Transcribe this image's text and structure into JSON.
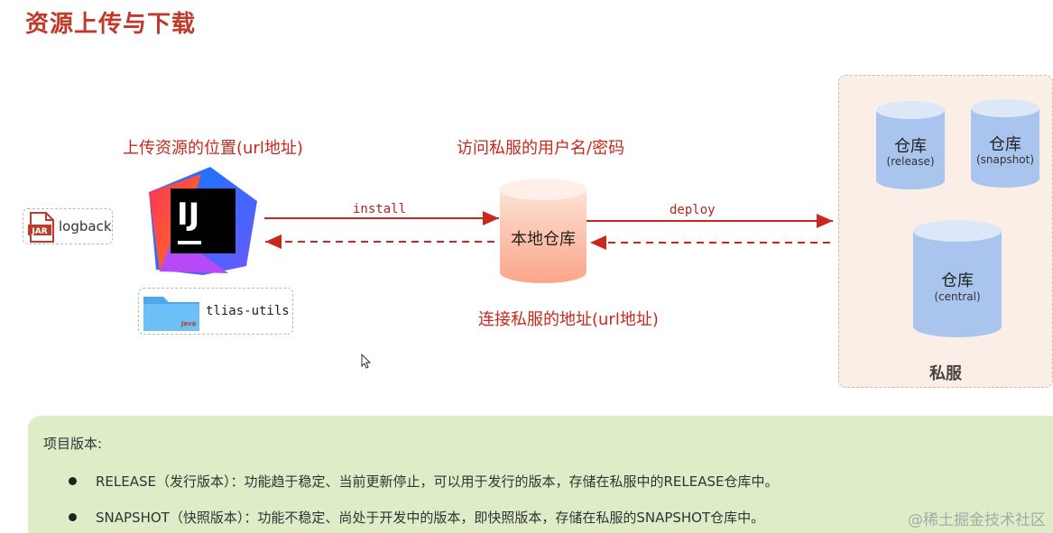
{
  "title": "资源上传与下载",
  "labels": {
    "upload_location": "上传资源的位置(url地址)",
    "private_credentials": "访问私服的用户名/密码",
    "connect_address": "连接私服的地址(url地址)"
  },
  "jar_item": {
    "badge": "JAR",
    "label": "logback"
  },
  "ide_logo": {
    "text": "IJ"
  },
  "project_folder": {
    "badge": "Java",
    "label": "tlias-utils"
  },
  "arrows": {
    "install": "install",
    "deploy": "deploy"
  },
  "local_repo": {
    "label": "本地仓库"
  },
  "private_server": {
    "label": "私服",
    "repos": [
      {
        "name": "仓库",
        "type": "(release)"
      },
      {
        "name": "仓库",
        "type": "(snapshot)"
      },
      {
        "name": "仓库",
        "type": "(central)"
      }
    ]
  },
  "notes": {
    "title": "项目版本:",
    "items": [
      "RELEASE（发行版本）：功能趋于稳定、当前更新停止，可以用于发行的版本，存储在私服中的RELEASE仓库中。",
      "SNAPSHOT（快照版本）：功能不稳定、尚处于开发中的版本，即快照版本，存储在私服的SNAPSHOT仓库中。"
    ]
  },
  "watermark": "@稀土掘金技术社区",
  "colors": {
    "title": "#c0392b",
    "arrow": "#c8281e",
    "server_bg": "#fbeee6",
    "repo_blue": "#a9c5ee",
    "local_repo": "#fbb49a",
    "notes_bg": "#dcedc8"
  }
}
